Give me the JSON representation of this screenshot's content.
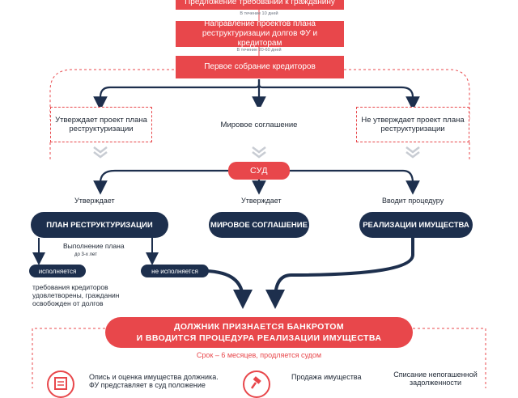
{
  "steps": {
    "step0": "Предложение требований к гражданину",
    "note1": "В течение 10 дней",
    "step1": "Направление проектов плана реструктуризации долгов ФУ и кредиторам",
    "note2": "В течение 20-60 дней",
    "step2": "Первое собрание кредиторов"
  },
  "options": {
    "left": "Утверждает проект плана реструктуризации",
    "middle": "Мировое соглашение",
    "right": "Не утверждает проект плана реструктуризации"
  },
  "court": "СУД",
  "decisions": {
    "left": "Утверждает",
    "middle": "Утверждает",
    "right": "Вводит процедуру"
  },
  "outcomes": {
    "plan": "ПЛАН РЕСТРУКТУРИЗАЦИИ",
    "settlement": "МИРОВОЕ СОГЛАШЕНИЕ",
    "sale": "РЕАЛИЗАЦИИ ИМУЩЕСТВА"
  },
  "plan_exec": {
    "title": "Выполнение плана",
    "period": "до 3-х лет",
    "done": "исполняется",
    "not_done": "не исполняется",
    "result": "требования кредиторов удовлетворены, гражданин освобожден от долгов"
  },
  "bankrupt": {
    "line1": "ДОЛЖНИК ПРИЗНАЕТСЯ БАНКРОТОМ",
    "line2": "И ВВОДИТСЯ ПРОЦЕДУРА РЕАЛИЗАЦИИ ИМУЩЕСТВА"
  },
  "term": "Срок – 6 месяцев, продляется судом",
  "bottom": {
    "col1": "Опись и оценка имущества должника. ФУ представляет в суд положение",
    "col2": "Продажа имущества",
    "col3": "Списание непогашенной задолженности"
  },
  "colors": {
    "accent": "#e8474b",
    "navy": "#1d2f4d"
  }
}
